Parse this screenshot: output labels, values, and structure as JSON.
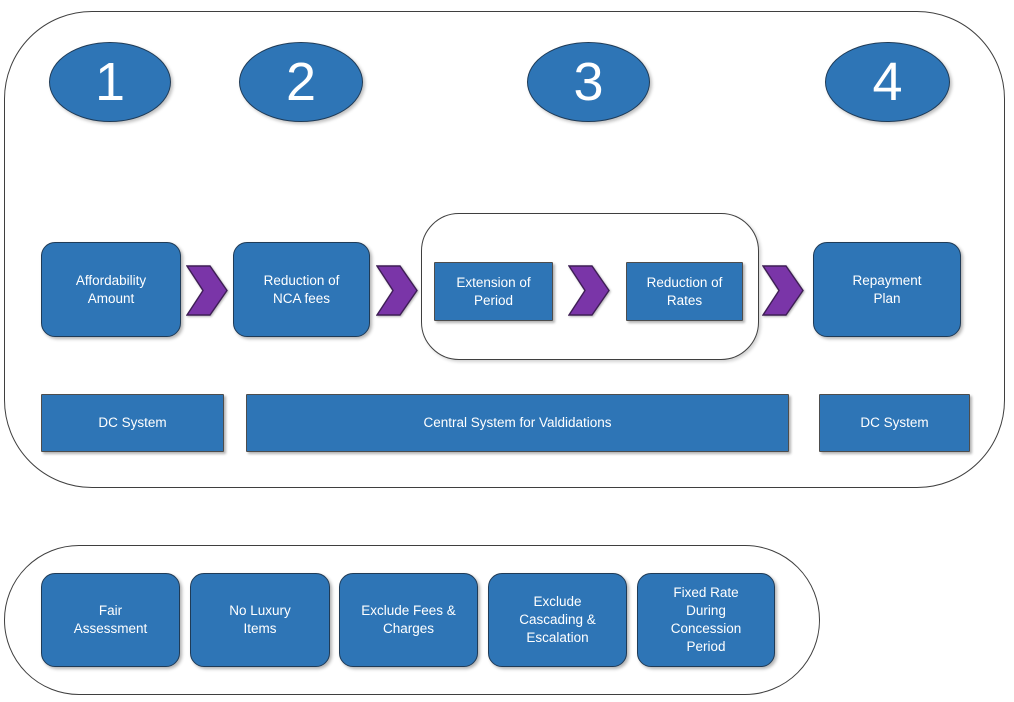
{
  "palette": {
    "shape_fill_blue": "#2E75B6",
    "shape_border_blue": "#1F3B57",
    "chevron_fill_purple": "#7A35A8",
    "chevron_border_purple": "#3E1E55",
    "container_border": "#3F3F3F",
    "label_text": "#FFFFFF",
    "background": "#FFFFFF"
  },
  "top_panel": {
    "step_numbers": [
      "1",
      "2",
      "3",
      "4"
    ],
    "affordability_box": "Affordability\nAmount",
    "nca_box": "Reduction of\nNCA fees",
    "extension_box": "Extension of\nPeriod",
    "rates_box": "Reduction of\nRates",
    "repayment_box": "Repayment\nPlan",
    "system_left": "DC System",
    "system_center": "Central System for Valdidations",
    "system_right": "DC System"
  },
  "bottom_panel": {
    "principles": [
      "Fair\nAssessment",
      "No Luxury\nItems",
      "Exclude Fees &\nCharges",
      "Exclude\nCascading &\nEscalation",
      "Fixed Rate\nDuring\nConcession\nPeriod"
    ]
  }
}
